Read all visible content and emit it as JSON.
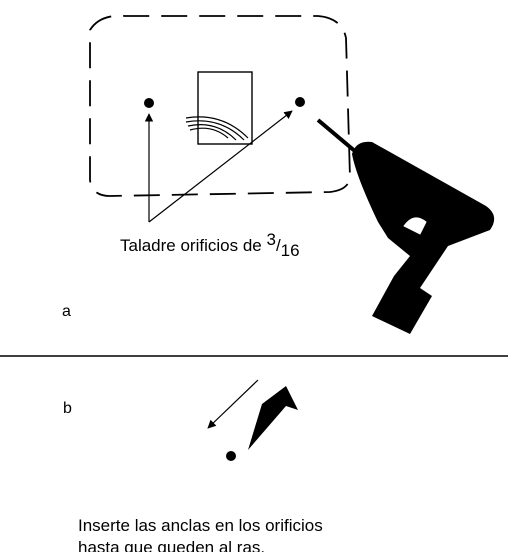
{
  "panel_a": {
    "label": "a",
    "caption_prefix": "Taladre orificios de ",
    "caption_numerator": "3",
    "caption_separator": "/",
    "caption_denominator": "16"
  },
  "panel_b": {
    "label": "b",
    "caption_line1": "Inserte las anclas en los orificios",
    "caption_line2": "hasta que queden al ras."
  },
  "icons": [
    "drill-icon",
    "wall-anchor-icon",
    "cable-icon"
  ],
  "colors": {
    "ink": "#000000",
    "background": "#ffffff"
  }
}
